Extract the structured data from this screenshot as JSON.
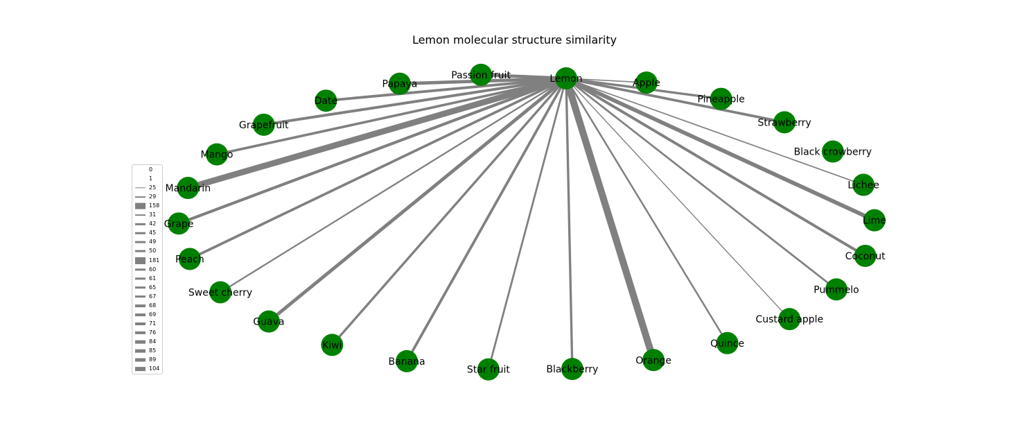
{
  "title": "Lemon molecular structure similarity",
  "center_node": "Lemon",
  "node_color": "#008000",
  "edge_color": "#808080",
  "nodes": [
    {
      "label": "Passion fruit",
      "weight": 84
    },
    {
      "label": "Papaya",
      "weight": 85
    },
    {
      "label": "Date",
      "weight": 69
    },
    {
      "label": "Grapefruit",
      "weight": 71
    },
    {
      "label": "Mango",
      "weight": 65
    },
    {
      "label": "Mandarin",
      "weight": 158
    },
    {
      "label": "Grape",
      "weight": 76
    },
    {
      "label": "Peach",
      "weight": 67
    },
    {
      "label": "Sweet cherry",
      "weight": 42
    },
    {
      "label": "Guava",
      "weight": 89
    },
    {
      "label": "Kiwi",
      "weight": 61
    },
    {
      "label": "Banana",
      "weight": 68
    },
    {
      "label": "Star fruit",
      "weight": 50
    },
    {
      "label": "Blackberry",
      "weight": 60
    },
    {
      "label": "Orange",
      "weight": 181
    },
    {
      "label": "Quince",
      "weight": 45
    },
    {
      "label": "Custard apple",
      "weight": 25
    },
    {
      "label": "Pummelo",
      "weight": 49
    },
    {
      "label": "Coconut",
      "weight": 71
    },
    {
      "label": "Lime",
      "weight": 104
    },
    {
      "label": "Lichee",
      "weight": 31
    },
    {
      "label": "Black crowberry",
      "weight": 0
    },
    {
      "label": "Strawberry",
      "weight": 67
    },
    {
      "label": "Pineapple",
      "weight": 61
    },
    {
      "label": "Apple",
      "weight": 29
    }
  ],
  "legend": [
    "0",
    "1",
    "25",
    "29",
    "158",
    "31",
    "42",
    "45",
    "49",
    "50",
    "181",
    "60",
    "61",
    "65",
    "67",
    "68",
    "69",
    "71",
    "76",
    "84",
    "85",
    "89",
    "104"
  ]
}
